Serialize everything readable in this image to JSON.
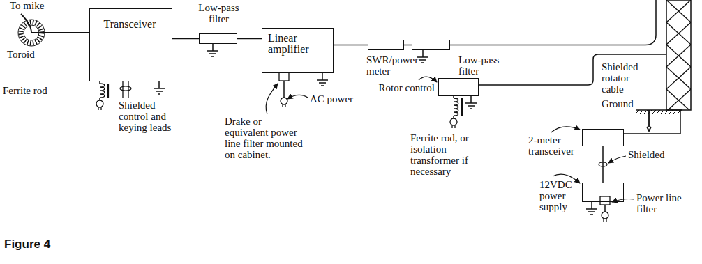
{
  "diagram": {
    "nodes": [
      {
        "text": [
          "Transceiver"
        ]
      },
      {
        "text": [
          "Low-pass filter"
        ]
      },
      {
        "text": [
          "Linear amplifier"
        ]
      },
      {
        "text": [
          "SWR/power meter"
        ]
      },
      {
        "text": [
          "Low-pass filter"
        ]
      },
      {
        "text": [
          "Rotor control"
        ]
      },
      {
        "text": [
          "2-meter transceiver"
        ]
      },
      {
        "text": [
          "12VDC power supply"
        ]
      }
    ],
    "edges": [
      {
        "from": 0,
        "to": 1,
        "arrow": "none"
      },
      {
        "from": 1,
        "to": 2,
        "arrow": "none"
      },
      {
        "from": 2,
        "to": 3,
        "arrow": "none"
      },
      {
        "from": 3,
        "to": 4,
        "arrow": "none"
      },
      {
        "from": 6,
        "to": 7,
        "arrow": "none"
      }
    ],
    "labels": [
      "To mike",
      "Toroid",
      "Ferrite rod",
      "Shielded control and keying leads",
      "Drake or equivalent power line filter mounted on cabinet.",
      "AC power",
      "Shielded rotator cable",
      "Ground",
      "Ferrite rod, or isolation transformer if necessary",
      "Shielded",
      "Power line filter",
      "Figure 4"
    ]
  }
}
